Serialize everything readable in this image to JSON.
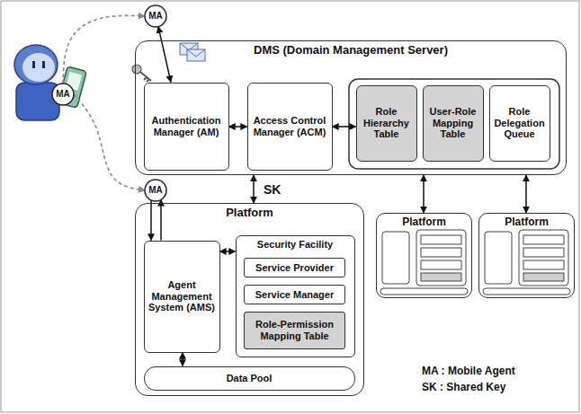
{
  "diagram": {
    "nodes": [
      {
        "text": [
          "MA"
        ]
      },
      {
        "text": [
          "MA"
        ]
      },
      {
        "text": [
          "DMS (Domain Management Server)"
        ]
      },
      {
        "text": [
          "Authentication Manager (AM)"
        ],
        "in": 2
      },
      {
        "text": [
          "Access Control Manager (ACM)"
        ],
        "in": 2
      },
      {
        "text": [
          "Role Hierarchy Table"
        ],
        "in": 2
      },
      {
        "text": [
          "User-Role Mapping Table"
        ],
        "in": 2
      },
      {
        "text": [
          "Role Delegation Queue"
        ],
        "in": 2
      },
      {
        "text": [
          "MA"
        ]
      },
      {
        "text": [
          "Platform"
        ]
      },
      {
        "text": [
          "Agent Management System (AMS)"
        ],
        "in": 9
      },
      {
        "text": [
          "Security Facility"
        ],
        "in": 9
      },
      {
        "text": [
          "Service Provider"
        ],
        "in": 11
      },
      {
        "text": [
          "Service Manager"
        ],
        "in": 11
      },
      {
        "text": [
          "Role-Permission Mapping Table"
        ],
        "in": 11
      },
      {
        "text": [
          "Data Pool"
        ],
        "in": 9
      },
      {
        "text": [
          "Platform"
        ]
      },
      {
        "text": [
          "Platform"
        ]
      }
    ],
    "edges": [
      {
        "from": 0,
        "to": 1,
        "arrow": "to"
      },
      {
        "from": 0,
        "to": 8,
        "arrow": "to"
      },
      {
        "from": 1,
        "to": 3,
        "arrow": "both"
      },
      {
        "from": 3,
        "to": 4,
        "arrow": "both"
      },
      {
        "from": 4,
        "to": 5,
        "arrow": "both"
      },
      {
        "from": 2,
        "to": 9,
        "label": "SK",
        "arrow": "both"
      },
      {
        "from": 2,
        "to": 16,
        "arrow": "both"
      },
      {
        "from": 2,
        "to": 17,
        "arrow": "both"
      },
      {
        "from": 8,
        "to": 10,
        "arrow": "to"
      },
      {
        "from": 10,
        "to": 8,
        "arrow": "to"
      },
      {
        "from": 10,
        "to": 11,
        "arrow": "both"
      },
      {
        "from": 10,
        "to": 15,
        "arrow": "both"
      }
    ],
    "labels": [
      "MA : Mobile Agent",
      "SK : Shared Key"
    ]
  }
}
